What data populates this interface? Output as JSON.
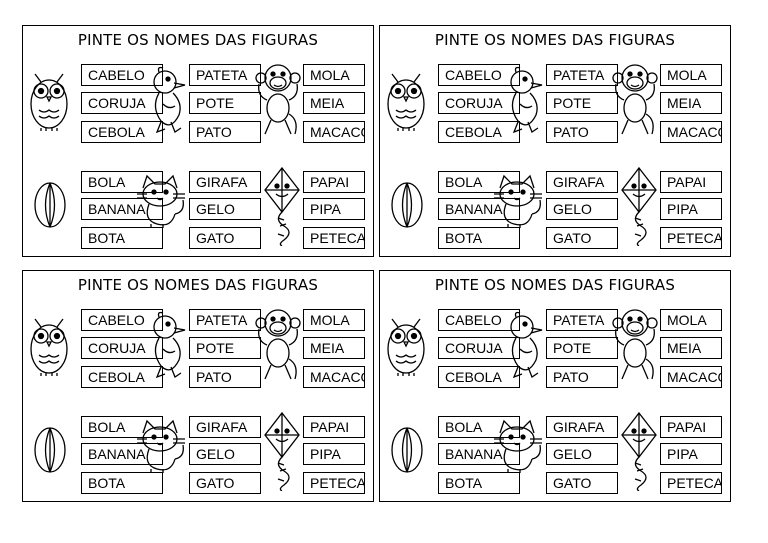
{
  "cards": [
    {
      "title": "PINTE OS NOMES DAS FIGURAS",
      "groups": [
        {
          "picture": "owl-icon",
          "words": [
            "CABELO",
            "CORUJA",
            "CEBOLA"
          ]
        },
        {
          "picture": "duck-icon",
          "words": [
            "PATETA",
            "POTE",
            "PATO"
          ]
        },
        {
          "picture": "monkey-icon",
          "words": [
            "MOLA",
            "MEIA",
            "MACACO"
          ]
        },
        {
          "picture": "ball-icon",
          "words": [
            "BOLA",
            "BANANA",
            "BOTA"
          ]
        },
        {
          "picture": "cat-icon",
          "words": [
            "GIRAFA",
            "GELO",
            "GATO"
          ]
        },
        {
          "picture": "kite-icon",
          "words": [
            "PAPAI",
            "PIPA",
            "PETECA"
          ]
        }
      ]
    },
    {
      "title": "PINTE OS NOMES DAS FIGURAS",
      "groups": [
        {
          "picture": "owl-icon",
          "words": [
            "CABELO",
            "CORUJA",
            "CEBOLA"
          ]
        },
        {
          "picture": "duck-icon",
          "words": [
            "PATETA",
            "POTE",
            "PATO"
          ]
        },
        {
          "picture": "monkey-icon",
          "words": [
            "MOLA",
            "MEIA",
            "MACACO"
          ]
        },
        {
          "picture": "ball-icon",
          "words": [
            "BOLA",
            "BANANA",
            "BOTA"
          ]
        },
        {
          "picture": "cat-icon",
          "words": [
            "GIRAFA",
            "GELO",
            "GATO"
          ]
        },
        {
          "picture": "kite-icon",
          "words": [
            "PAPAI",
            "PIPA",
            "PETECA"
          ]
        }
      ]
    },
    {
      "title": "PINTE OS NOMES DAS FIGURAS",
      "groups": [
        {
          "picture": "owl-icon",
          "words": [
            "CABELO",
            "CORUJA",
            "CEBOLA"
          ]
        },
        {
          "picture": "duck-icon",
          "words": [
            "PATETA",
            "POTE",
            "PATO"
          ]
        },
        {
          "picture": "monkey-icon",
          "words": [
            "MOLA",
            "MEIA",
            "MACACO"
          ]
        },
        {
          "picture": "ball-icon",
          "words": [
            "BOLA",
            "BANANA",
            "BOTA"
          ]
        },
        {
          "picture": "cat-icon",
          "words": [
            "GIRAFA",
            "GELO",
            "GATO"
          ]
        },
        {
          "picture": "kite-icon",
          "words": [
            "PAPAI",
            "PIPA",
            "PETECA"
          ]
        }
      ]
    },
    {
      "title": "PINTE OS NOMES DAS FIGURAS",
      "groups": [
        {
          "picture": "owl-icon",
          "words": [
            "CABELO",
            "CORUJA",
            "CEBOLA"
          ]
        },
        {
          "picture": "duck-icon",
          "words": [
            "PATETA",
            "POTE",
            "PATO"
          ]
        },
        {
          "picture": "monkey-icon",
          "words": [
            "MOLA",
            "MEIA",
            "MACACO"
          ]
        },
        {
          "picture": "ball-icon",
          "words": [
            "BOLA",
            "BANANA",
            "BOTA"
          ]
        },
        {
          "picture": "cat-icon",
          "words": [
            "GIRAFA",
            "GELO",
            "GATO"
          ]
        },
        {
          "picture": "kite-icon",
          "words": [
            "PAPAI",
            "PIPA",
            "PETECA"
          ]
        }
      ]
    }
  ]
}
